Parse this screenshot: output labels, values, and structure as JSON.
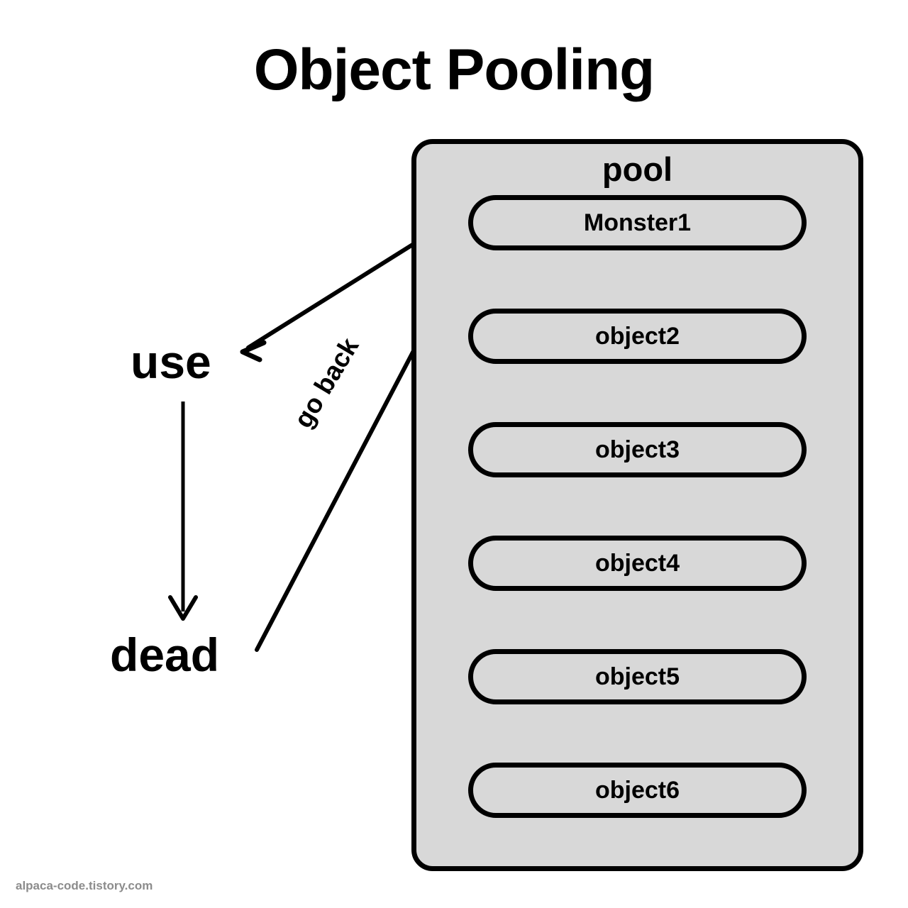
{
  "page": {
    "title": "Object Pooling",
    "background_color": "#ffffff",
    "watermark": "alpaca-code.tistory.com",
    "watermark_color": "#8c8c8c"
  },
  "pool": {
    "title": "pool",
    "fill_color": "#d8d8d8",
    "border_color": "#000000",
    "items": [
      {
        "label": "Monster1"
      },
      {
        "label": "object2"
      },
      {
        "label": "object3"
      },
      {
        "label": "object4"
      },
      {
        "label": "object5"
      },
      {
        "label": "object6"
      }
    ]
  },
  "states": {
    "use": "use",
    "dead": "dead"
  },
  "edges": [
    {
      "label": "use",
      "from": "Monster1",
      "to": "use"
    },
    {
      "label": "",
      "from": "use",
      "to": "dead"
    },
    {
      "label": "go back",
      "from": "dead",
      "to": "pool"
    }
  ],
  "edge_labels": {
    "go_back": "go back"
  }
}
